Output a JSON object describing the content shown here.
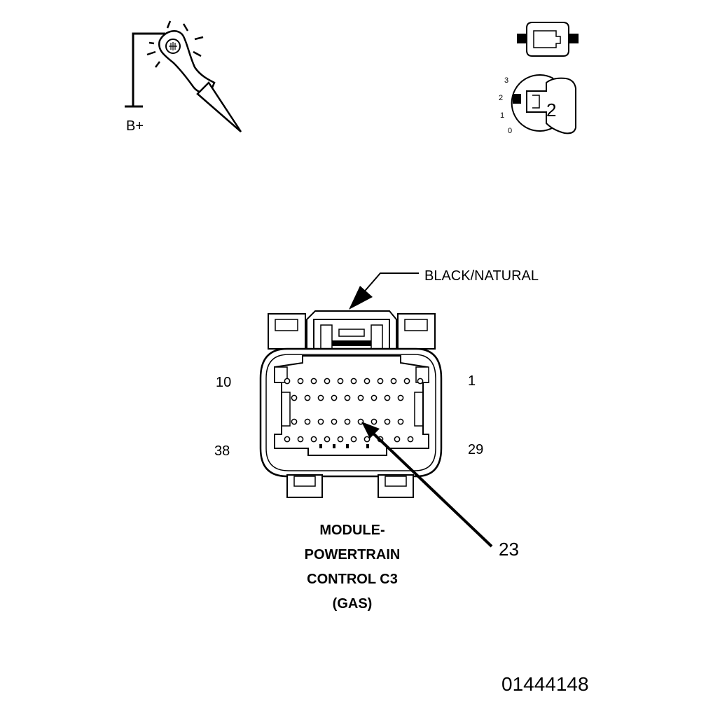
{
  "test_light": {
    "supply_label": "B+"
  },
  "ignition_switch": {
    "positions": [
      "3",
      "2",
      "1",
      "0"
    ],
    "selected": "2"
  },
  "connector": {
    "color_label": "BLACK/NATURAL",
    "pin_labels": {
      "top_left": "10",
      "top_right": "1",
      "bottom_left": "38",
      "bottom_right": "29"
    },
    "callout_pin": "23",
    "title_lines": [
      "MODULE-",
      "POWERTRAIN",
      "CONTROL C3",
      "(GAS)"
    ]
  },
  "figure_id": "01444148"
}
